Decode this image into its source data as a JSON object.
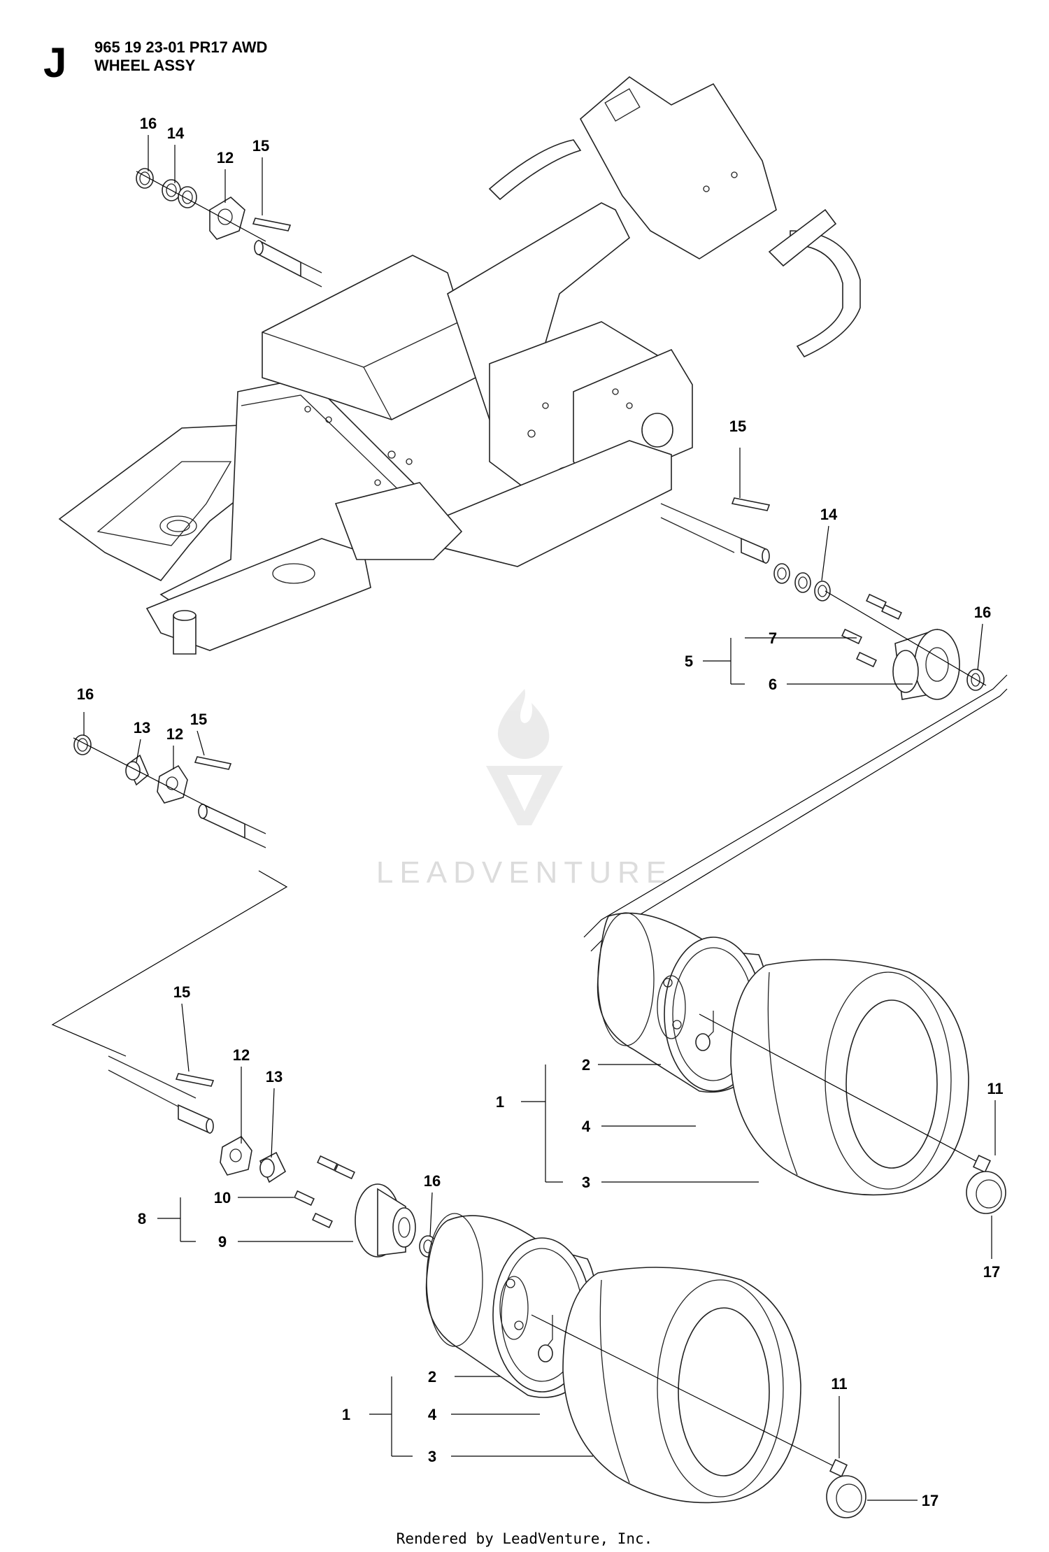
{
  "header": {
    "section_letter": "J",
    "line1": "965 19 23-01 PR17 AWD",
    "line2": "WHEEL ASSY"
  },
  "watermark": {
    "text": "LEADVENTURE"
  },
  "footer": {
    "text": "Rendered by LeadVenture, Inc."
  },
  "callouts": {
    "c1": "16",
    "c2": "14",
    "c3": "12",
    "c4": "15",
    "c5": "15",
    "c6": "14",
    "c7": "16",
    "c8": "7",
    "c9": "5",
    "c10": "6",
    "c11": "16",
    "c12": "13",
    "c13": "12",
    "c14": "15",
    "c15": "15",
    "c16": "12",
    "c17": "13",
    "c18": "16",
    "c19": "10",
    "c20": "8",
    "c21": "9",
    "c22": "2",
    "c23": "1",
    "c24": "4",
    "c25": "3",
    "c26": "11",
    "c27": "17",
    "c28": "2",
    "c29": "1",
    "c30": "4",
    "c31": "3",
    "c32": "11",
    "c33": "17"
  },
  "colors": {
    "line": "#222222",
    "watermark": "#dcdcdc"
  }
}
